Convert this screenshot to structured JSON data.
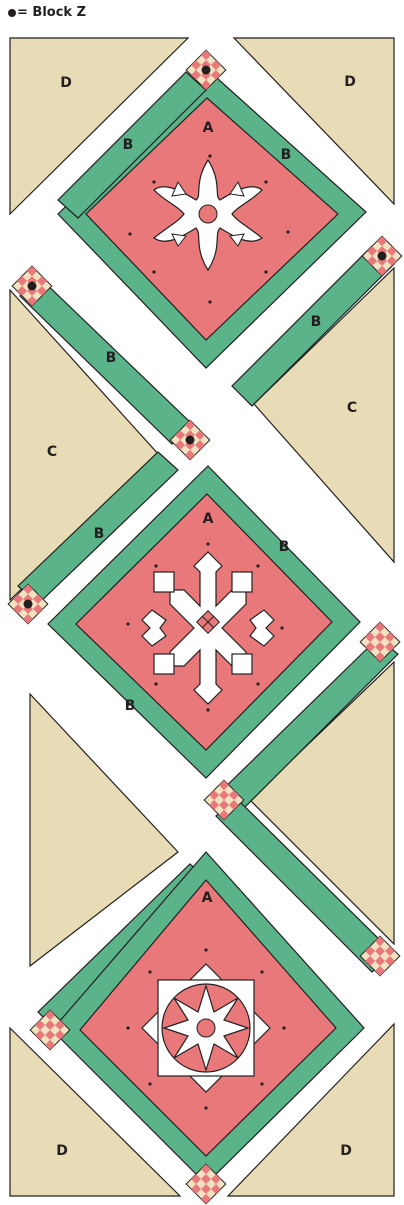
{
  "legend": {
    "text": "= Block Z"
  },
  "labels": {
    "a": "A",
    "b": "B",
    "c": "C",
    "d": "D"
  },
  "colors": {
    "background": "#ffffff",
    "block_a": "#e8787a",
    "strip_b": "#5bb38a",
    "setting_cd": "#e8dcb6",
    "checker_light": "#f3e2c2",
    "checker_dark": "#e8787a",
    "dot": "#231f20",
    "outline": "#231f20"
  }
}
